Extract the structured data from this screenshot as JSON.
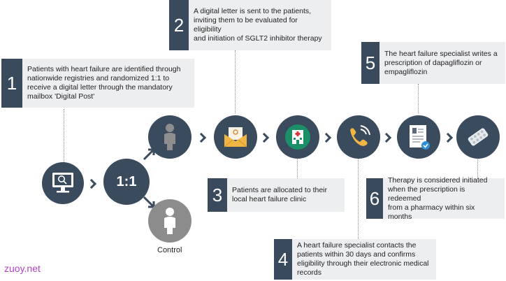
{
  "steps": [
    {
      "num": "1",
      "text": "Patients with heart failure are identified through\nnationwide registries and randomized 1:1 to\nreceive a digital letter through the mandatory\nmailbox 'Digital Post'"
    },
    {
      "num": "2",
      "text": "A digital letter is sent to the patients,\ninviting them to be evaluated for eligibility\nand initiation of SGLT2 inhibitor therapy"
    },
    {
      "num": "3",
      "text": "Patients are allocated to their\nlocal heart failure clinic"
    },
    {
      "num": "4",
      "text": "A heart failure specialist contacts the\npatients within 30 days and confirms\neligibility through their electronic medical\nrecords"
    },
    {
      "num": "5",
      "text": "The heart failure specialist writes a\nprescription of dapagliflozin or\nempagliflozin"
    },
    {
      "num": "6",
      "text": "Therapy is considered initiated\nwhen the prescription is redeemed\nfrom a pharmacy within six months"
    }
  ],
  "ratio_label": "1:1",
  "control_label": "Control",
  "watermark": "zuoy.net",
  "colors": {
    "navy": "#394a5d",
    "box_bg": "#edeef0",
    "grey": "#8c8c8c",
    "green": "#1b8f67",
    "gold": "#f0b542",
    "teal": "#2fa7b8"
  }
}
